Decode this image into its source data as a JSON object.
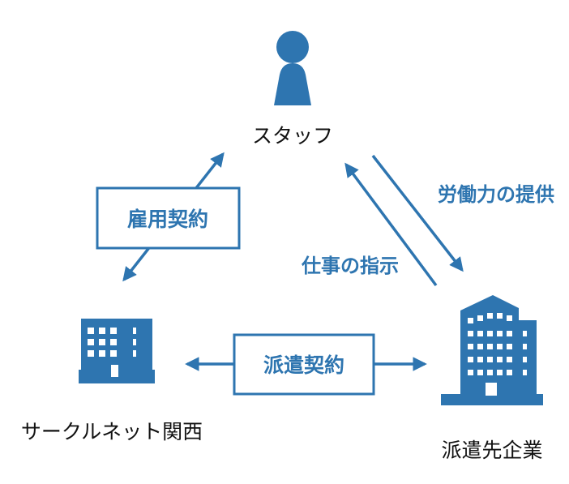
{
  "nodes": {
    "staff": {
      "label": "スタッフ",
      "icon": "person-icon"
    },
    "agency": {
      "label": "サークルネット関西",
      "icon": "building-icon"
    },
    "client": {
      "label": "派遣先企業",
      "icon": "office-tower-icon"
    }
  },
  "relations": {
    "employment_contract": "雇用契約",
    "dispatch_contract": "派遣契約",
    "work_instruction": "仕事の指示",
    "labor_provision": "労働力の提供"
  },
  "colors": {
    "accent": "#2e75b0",
    "text": "#111111",
    "background": "#ffffff"
  }
}
